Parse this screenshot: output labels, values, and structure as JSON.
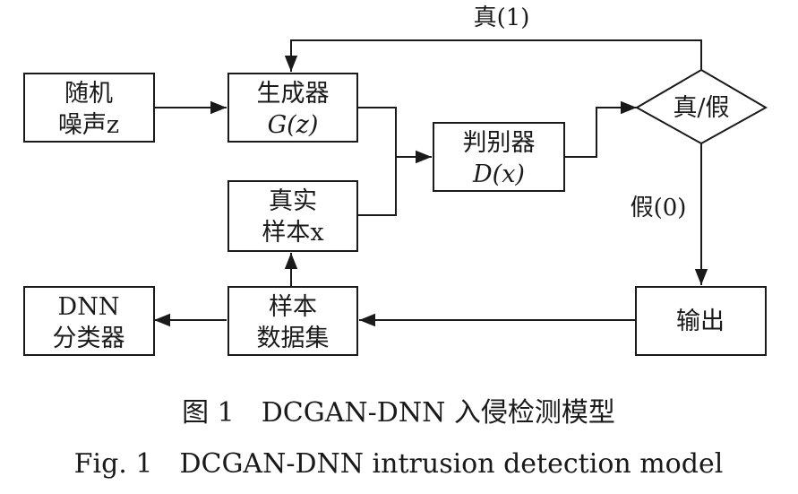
{
  "nodes": {
    "random_noise": {
      "line1": "随机",
      "line2": "噪声z"
    },
    "generator": {
      "line1": "生成器",
      "line2": "G(z)"
    },
    "real_sample": {
      "line1": "真实",
      "line2": "样本x"
    },
    "discriminator": {
      "line1": "判别器",
      "line2": "D(x)"
    },
    "decision": {
      "label": "真/假"
    },
    "output": {
      "label": "输出"
    },
    "dataset": {
      "line1": "样本",
      "line2": "数据集"
    },
    "dnn": {
      "line1": "DNN",
      "line2": "分类器"
    }
  },
  "edges": {
    "true_label": "真(1)",
    "false_label": "假(0)"
  },
  "caption": {
    "chinese": "图 1　DCGAN-DNN 入侵检测模型",
    "english": "Fig. 1　DCGAN-DNN intrusion detection model"
  }
}
